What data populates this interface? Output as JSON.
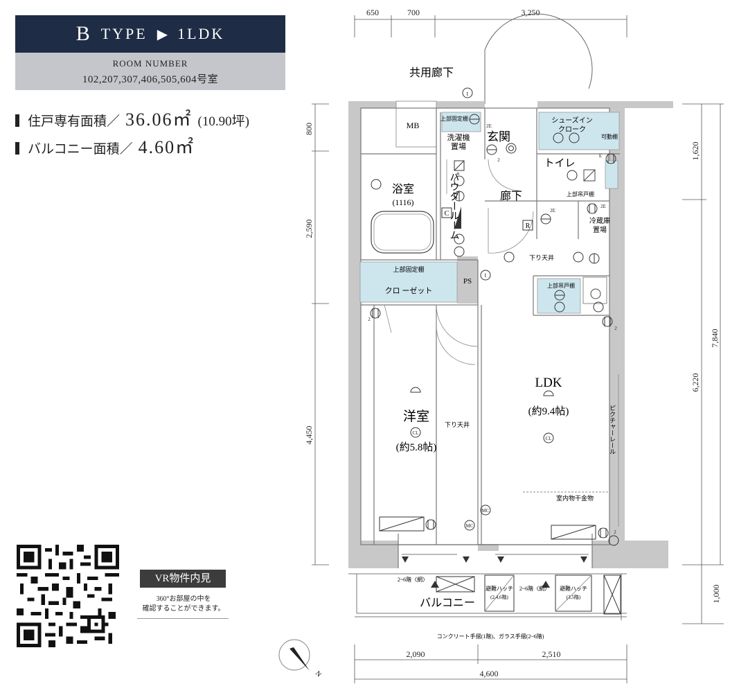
{
  "header": {
    "type_letter": "B",
    "type_word": "TYPE",
    "arrow": "▶",
    "layout": "1LDK",
    "room_number_label": "ROOM NUMBER",
    "room_numbers": "102,207,307,406,505,604号室"
  },
  "areas": {
    "exclusive_label": "住戸専有面積／",
    "exclusive_value": "36.06㎡",
    "exclusive_tsubo": "(10.90坪)",
    "balcony_label": "バルコニー面積／",
    "balcony_value": "4.60㎡"
  },
  "vr": {
    "badge": "VR物件内見",
    "note_line1": "360°お部屋の中を",
    "note_line2": "確認することができます。"
  },
  "dimensions": {
    "top": [
      "650",
      "700",
      "3,250"
    ],
    "left": [
      "800",
      "2,590",
      "4,450"
    ],
    "right_inner": [
      "1,620",
      "6,220",
      "1,000"
    ],
    "right_outer": "7,840",
    "bottom": [
      "2,090",
      "2,510"
    ],
    "bottom_total": "4,600"
  },
  "rooms": {
    "corridor_common": "共用廊下",
    "mb": "MB",
    "shelf_upper_fixed": "上部固定棚",
    "washer_line1": "洗濯機",
    "washer_line2": "置場",
    "entrance": "玄関",
    "shoes_line1": "シューズイン",
    "shoes_line2": "クローク",
    "movable_shelf": "可動棚",
    "toilet": "トイレ",
    "upper_hanging_shelf": "上部吊戸棚",
    "powder_room": "パウダールーム",
    "bath": "浴室",
    "bath_size": "(1116)",
    "hallway": "廊下",
    "fridge_line1": "冷蔵庫",
    "fridge_line2": "置場",
    "lowered_ceiling": "下り天井",
    "ps": "PS",
    "closet_shelf": "上部固定棚",
    "closet": "クロ ーゼット",
    "kitchen_shelf": "上部吊戸棚",
    "ldk": "LDK",
    "ldk_size": "(約9.4帖)",
    "western": "洋室",
    "western_size": "(約5.8帖)",
    "lowered_ceiling2": "下り天井",
    "picture_rail": "ピクチャーレール",
    "indoor_drying": "室内物干金物",
    "balcony": "バルコニー",
    "hatch_a_line1": "避難ハッチ",
    "hatch_a_line2": "(2,4,6階)",
    "hatch_b_line1": "避難ハッチ",
    "hatch_b_line2": "(3,5階)",
    "net_a": "2~6階〈網〉",
    "net_b": "2~6階〈網〉",
    "railing_note": "コンクリート手摺(1階)、ガラス手摺(2~6階)",
    "cl": "CL",
    "mc": "MC",
    "c": "C",
    "r": "R",
    "t": "t",
    "e": "E",
    "label_2": "2",
    "label_2e": "2E",
    "compass_n": "N"
  },
  "colors": {
    "navy": "#1f2c45",
    "gray_band": "#c5c6cc",
    "wall": "#c8c8c8",
    "storage": "#cde6ee"
  },
  "icons": [
    "qr-code-icon",
    "compass-icon",
    "light-icon",
    "outlet-icon",
    "tv-icon",
    "vent-icon"
  ]
}
